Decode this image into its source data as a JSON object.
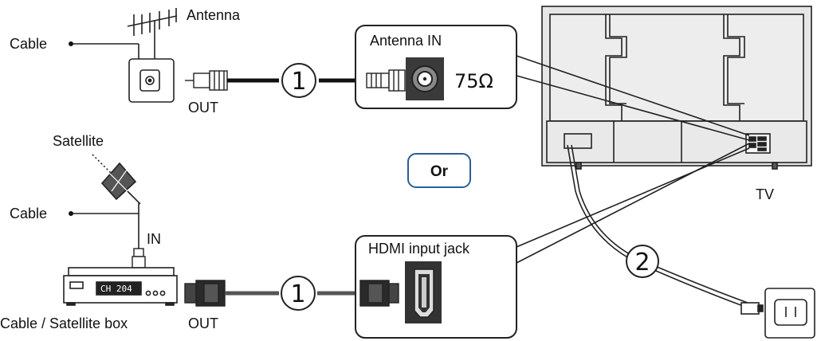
{
  "labels": {
    "antenna": "Antenna",
    "cable_top": "Cable",
    "out_top": "OUT",
    "satellite": "Satellite",
    "cable_bottom": "Cable",
    "in": "IN",
    "box": "Cable / Satellite box",
    "out_bottom": "OUT",
    "tv": "TV",
    "or": "Or"
  },
  "callouts": {
    "antenna_in": "Antenna IN",
    "ohm": "75Ω",
    "hdmi": "HDMI input jack"
  },
  "steps": {
    "one_top": "1",
    "one_bottom": "1",
    "two": "2"
  },
  "box_display": "CH 204",
  "colors": {
    "accent": "#2b5f96",
    "line": "#111111",
    "tv_fill": "#e6e6e6",
    "jack_dark": "#2a2a2a"
  },
  "icons": [
    "antenna-icon",
    "wall-outlet-icon",
    "satellite-dish-icon",
    "set-top-box-icon",
    "coax-connector-icon",
    "hdmi-connector-icon",
    "power-plug-icon",
    "tv-rear-icon"
  ]
}
